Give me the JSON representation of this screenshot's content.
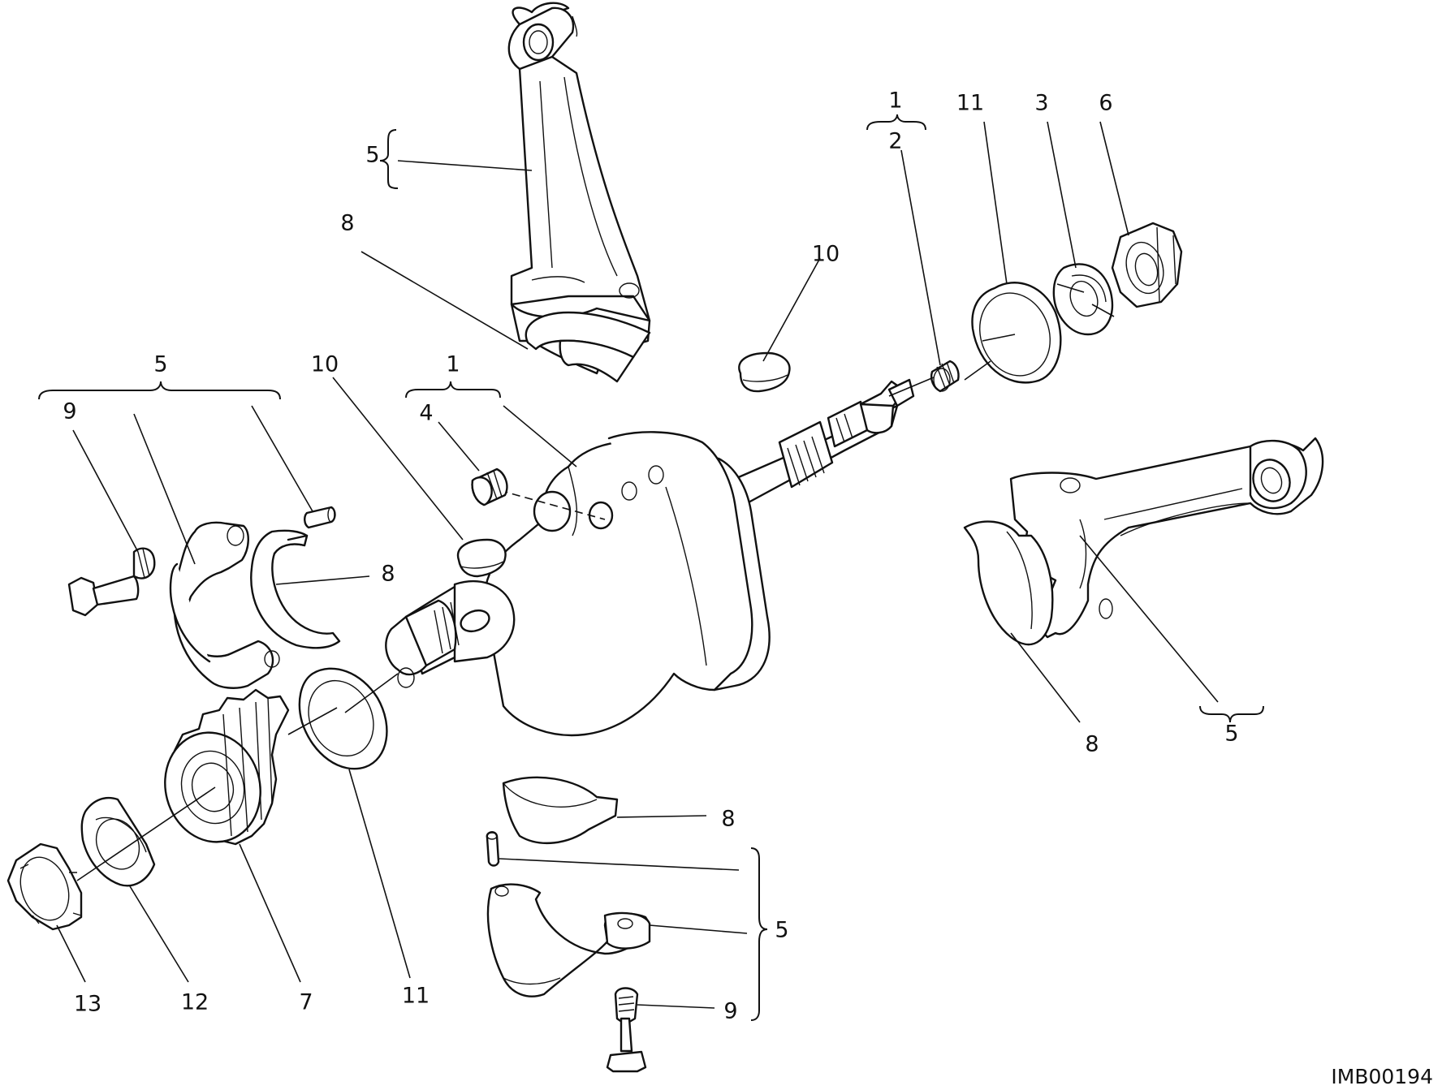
{
  "callouts": {
    "c1_top_right": "1",
    "c2": "2",
    "c11_top": "11",
    "c3": "3",
    "c6": "6",
    "c5_top": "5",
    "c8_top": "8",
    "c10_right": "10",
    "c5_left": "5",
    "c9_left": "9",
    "c10_left": "10",
    "c1_center": "1",
    "c4": "4",
    "c8_left": "8",
    "c8_right": "8",
    "c5_right": "5",
    "c8_bottom": "8",
    "c5_bottom": "5",
    "c9_bottom": "9",
    "c13": "13",
    "c12": "12",
    "c7": "7",
    "c11_bottom": "11"
  },
  "figure_code": "IMB00194"
}
